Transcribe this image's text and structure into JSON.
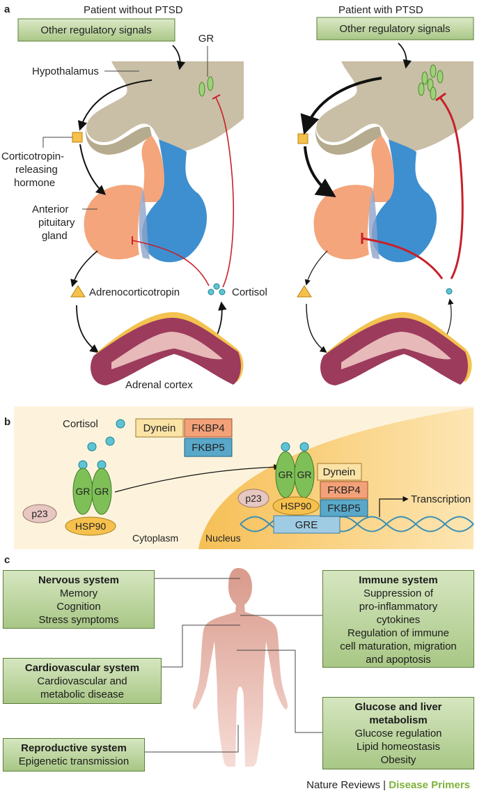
{
  "panel_a": {
    "letter": "a",
    "left_title": "Patient without PTSD",
    "right_title": "Patient with PTSD",
    "other_signals": "Other regulatory signals",
    "gr": "GR",
    "hypothalamus": "Hypothalamus",
    "crh": [
      "Corticotropin-",
      "releasing",
      "hormone"
    ],
    "pituitary": [
      "Anterior",
      "pituitary",
      "gland"
    ],
    "acth": "Adrenocorticotropin",
    "cortisol": "Cortisol",
    "adrenal": "Adrenal cortex"
  },
  "panel_b": {
    "letter": "b",
    "cortisol": "Cortisol",
    "dynein": "Dynein",
    "fkbp4": "FKBP4",
    "fkbp5": "FKBP5",
    "gr": "GR",
    "p23": "p23",
    "hsp90": "HSP90",
    "gre": "GRE",
    "transcription": "Transcription",
    "cytoplasm": "Cytoplasm",
    "nucleus": "Nucleus"
  },
  "panel_c": {
    "letter": "c",
    "nervous": {
      "title": "Nervous system",
      "items": [
        "Memory",
        "Cognition",
        "Stress symptoms"
      ]
    },
    "cardio": {
      "title": "Cardiovascular system",
      "items": [
        "Cardiovascular and",
        "metabolic disease"
      ]
    },
    "repro": {
      "title": "Reproductive system",
      "items": [
        "Epigenetic transmission"
      ]
    },
    "immune": {
      "title": "Immune system",
      "items": [
        "Suppression of",
        "pro-inflammatory",
        "cytokines",
        "Regulation of immune",
        "cell maturation, migration",
        "and apoptosis"
      ]
    },
    "glucose": {
      "title_lines": [
        "Glucose and liver",
        "metabolism"
      ],
      "items": [
        "Glucose regulation",
        "Lipid homeostasis",
        "Obesity"
      ]
    }
  },
  "footer": {
    "brand": "Nature Reviews",
    "sep": "|",
    "series": "Disease Primers"
  },
  "colors": {
    "green_box": "#b9d399",
    "pituitary_orange": "#f4a57c",
    "pituitary_blue": "#3d8fcf",
    "hypothalamus": "#c9bfa6",
    "adrenal": "#9c3b5c",
    "inhibition_red": "#c8202a",
    "nucleus": "#f7c66a"
  }
}
